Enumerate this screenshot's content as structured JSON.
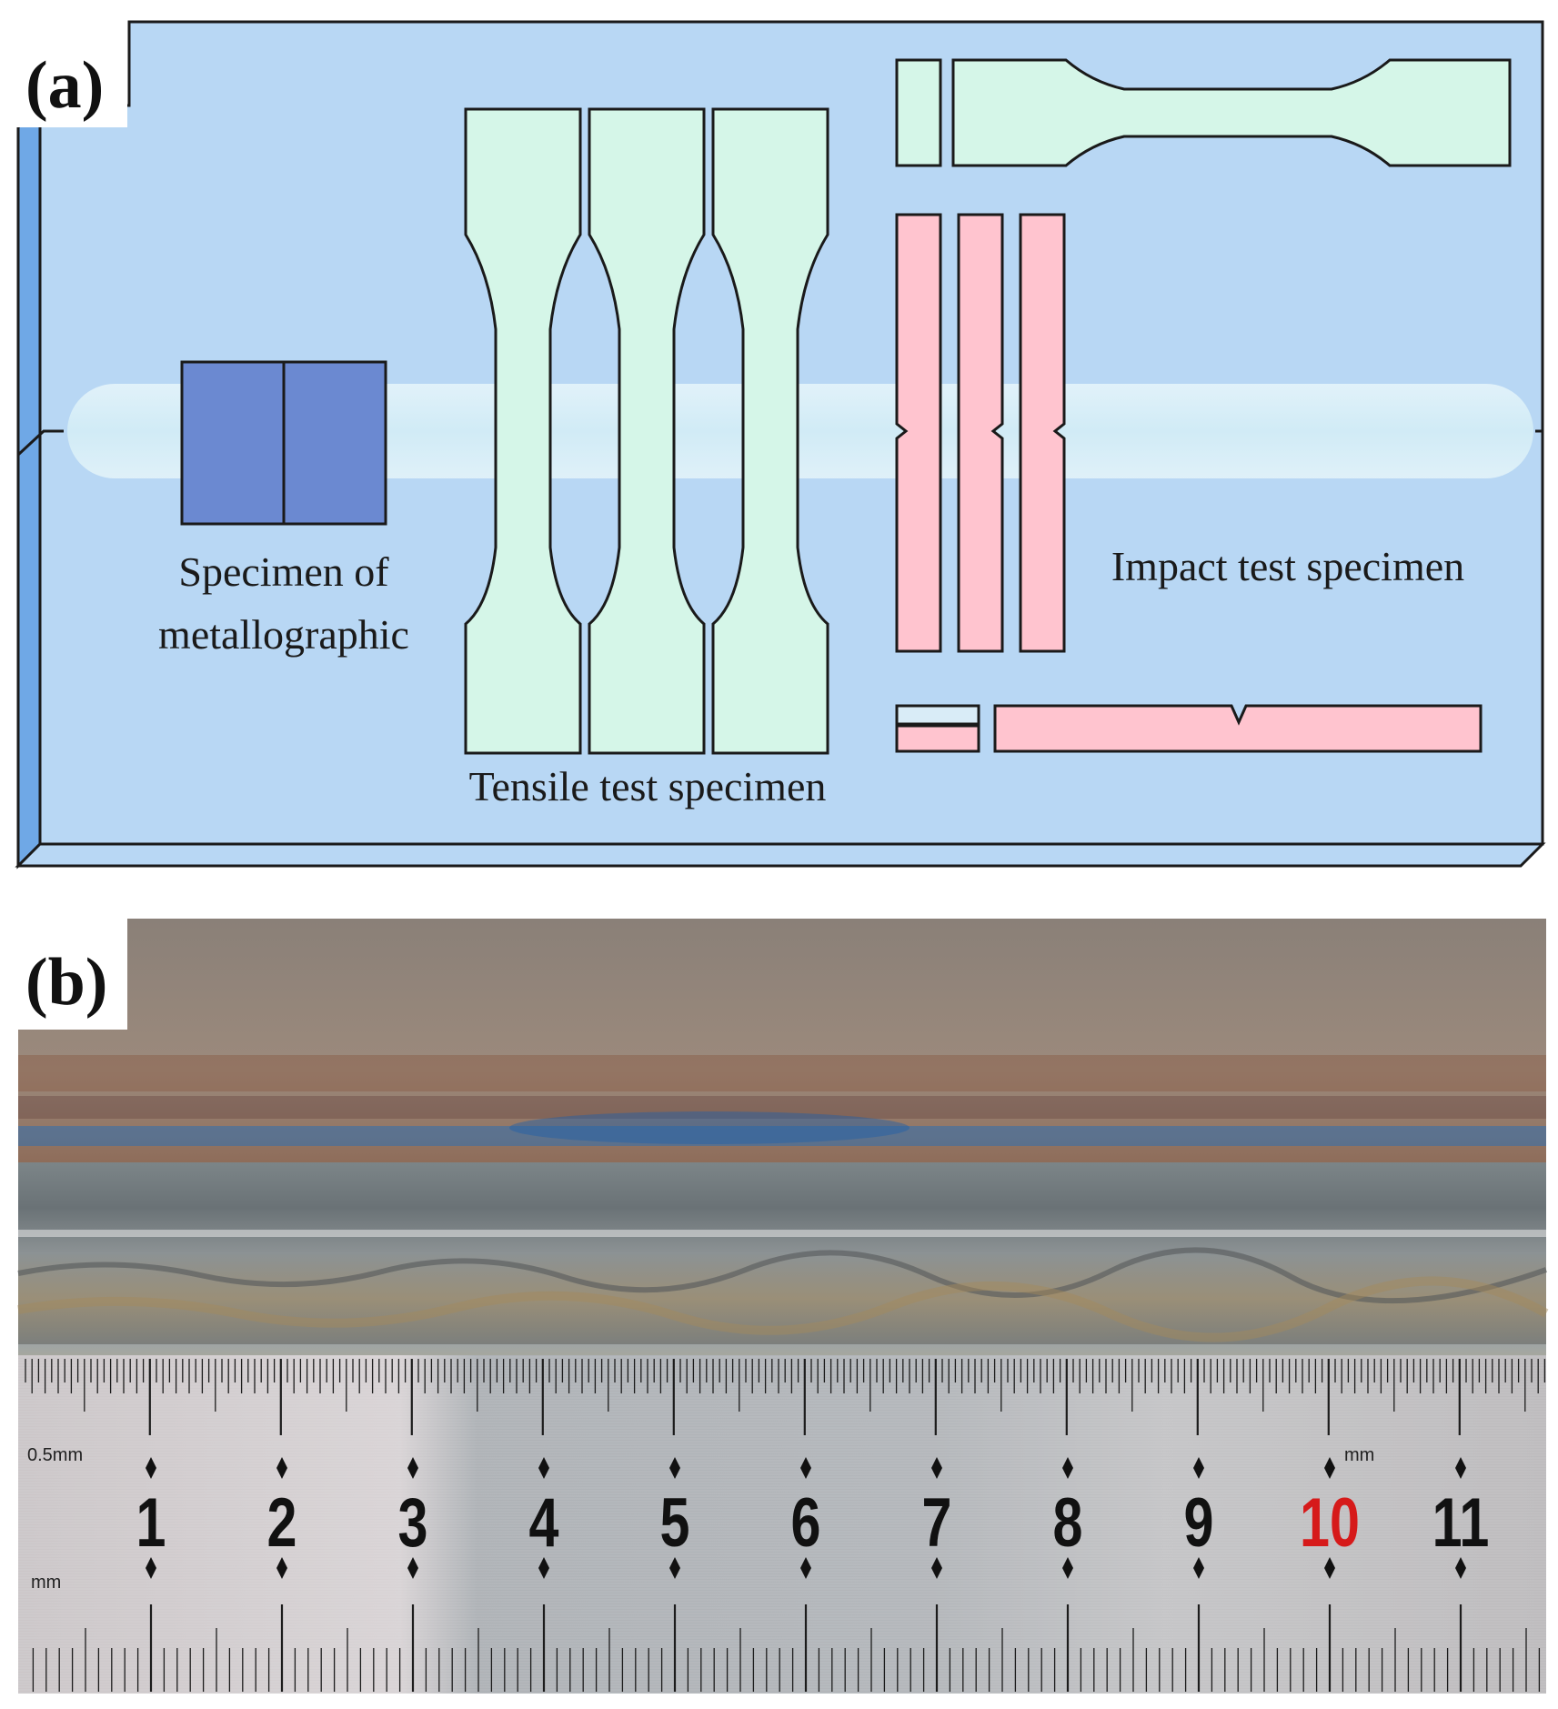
{
  "panel_a": {
    "label": "(a)",
    "labels": {
      "metallographic_line1": "Specimen of",
      "metallographic_line2": "metallographic",
      "tensile": "Tensile test specimen",
      "impact": "Impact test specimen"
    },
    "colors": {
      "plate": "#b8d7f4",
      "plate_edge": "#6fa8e6",
      "weld": "#d8eef7",
      "metallographic": "#6b89d1",
      "tensile": "#d5f6e8",
      "impact": "#ffc4cf",
      "outline": "#1a1a1a"
    },
    "counts": {
      "tensile_specimens": 3,
      "impact_specimens_vertical": 3
    }
  },
  "panel_b": {
    "label": "(b)",
    "ruler": {
      "numbers": [
        "1",
        "2",
        "3",
        "4",
        "5",
        "6",
        "7",
        "8",
        "9",
        "10",
        "11"
      ],
      "highlight_number": "10",
      "highlight_color": "#d61a1a",
      "unit_top_left": "0.5mm",
      "unit_top_right": "mm",
      "unit_bottom_left": "mm"
    }
  }
}
